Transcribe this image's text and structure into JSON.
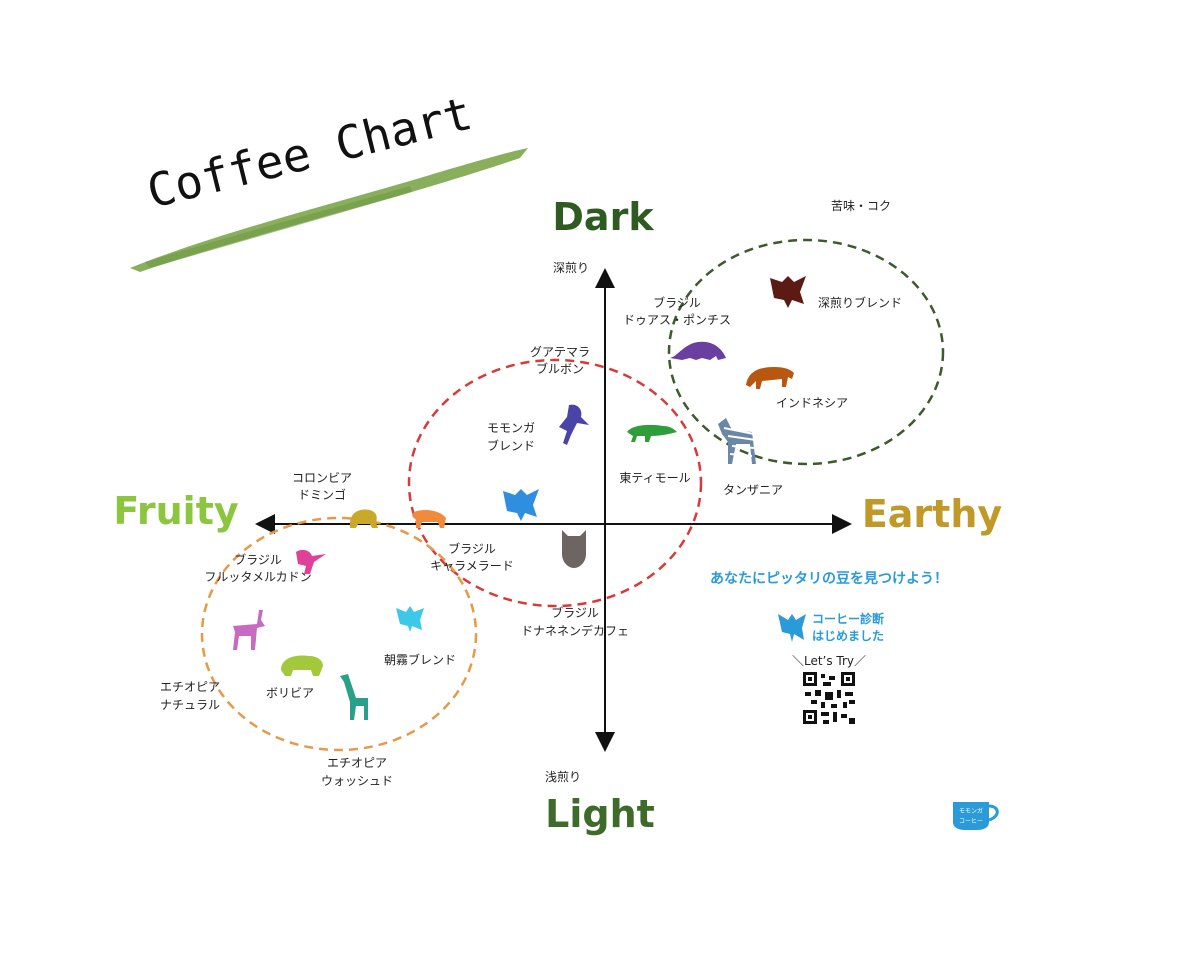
{
  "title": "Coffee Chart",
  "axes": {
    "top": {
      "word": "Dark",
      "sub": "深煎り",
      "color": "#2f5a22"
    },
    "bottom": {
      "word": "Light",
      "sub": "浅煎り",
      "color": "#3e6b2a"
    },
    "left": {
      "word": "Fruity",
      "color": "#8cc63f"
    },
    "right": {
      "word": "Earthy",
      "color": "#c09a28"
    },
    "top_right_note": "苦味・コク"
  },
  "coffees": [
    {
      "line1": "深煎りブレンド",
      "line2": "",
      "icon": "flying-squirrel-icon",
      "color": "#5b1a12"
    },
    {
      "line1": "ブラジル",
      "line2": "ドゥアス・ポンチス",
      "icon": "armadillo-icon",
      "color": "#6b3fa0"
    },
    {
      "line1": "インドネシア",
      "line2": "",
      "icon": "tiger-icon",
      "color": "#b8570f"
    },
    {
      "line1": "タンザニア",
      "line2": "",
      "icon": "zebra-icon",
      "color": "#6a86a8"
    },
    {
      "line1": "東ティモール",
      "line2": "",
      "icon": "crocodile-icon",
      "color": "#2e9e3a"
    },
    {
      "line1": "グアテマラ",
      "line2": "ブルボン",
      "icon": "parrot-icon",
      "color": "#4a43a8"
    },
    {
      "line1": "モモンガ",
      "line2": "ブレンド",
      "icon": "momonga-icon",
      "color": "#2f8ee0"
    },
    {
      "line1": "ブラジル",
      "line2": "キャラメラード",
      "icon": "capybara-icon",
      "color": "#f08a3c"
    },
    {
      "line1": "ブラジル",
      "line2": "ドナネネンデカフェ",
      "icon": "owl-icon",
      "color": "#6e6462"
    },
    {
      "line1": "コロンビア",
      "line2": "ドミンゴ",
      "icon": "sloth-icon",
      "color": "#c9a92a"
    },
    {
      "line1": "ブラジル",
      "line2": "フルッタメルカドン",
      "icon": "toucan-icon",
      "color": "#e0409a"
    },
    {
      "line1": "朝霧ブレンド",
      "line2": "",
      "icon": "momonga-small-icon",
      "color": "#3cc8e8"
    },
    {
      "line1": "エチオピア",
      "line2": "ナチュラル",
      "icon": "deer-icon",
      "color": "#c86ac0"
    },
    {
      "line1": "ボリビア",
      "line2": "",
      "icon": "bear-icon",
      "color": "#a4c83c"
    },
    {
      "line1": "エチオピア",
      "line2": "ウォッシュド",
      "icon": "giraffe-icon",
      "color": "#2aa08a"
    }
  ],
  "bolivia_label_color": "#e0302a",
  "groups": [
    {
      "name": "dark-earthy-group",
      "color": "#3d5a2a"
    },
    {
      "name": "medium-group",
      "color": "#d83a3a"
    },
    {
      "name": "fruity-group",
      "color": "#e59a4a"
    }
  ],
  "cta": {
    "headline": "あなたにピッタリの豆を見つけよう！",
    "badge_line1": "コーヒー診断",
    "badge_line2": "はじめました",
    "lets_try": "＼Let’s Try／",
    "color": "#2a9ad8"
  },
  "logo": {
    "text1": "モモンガ",
    "text2": "コーヒー",
    "color": "#2a9ad8"
  }
}
